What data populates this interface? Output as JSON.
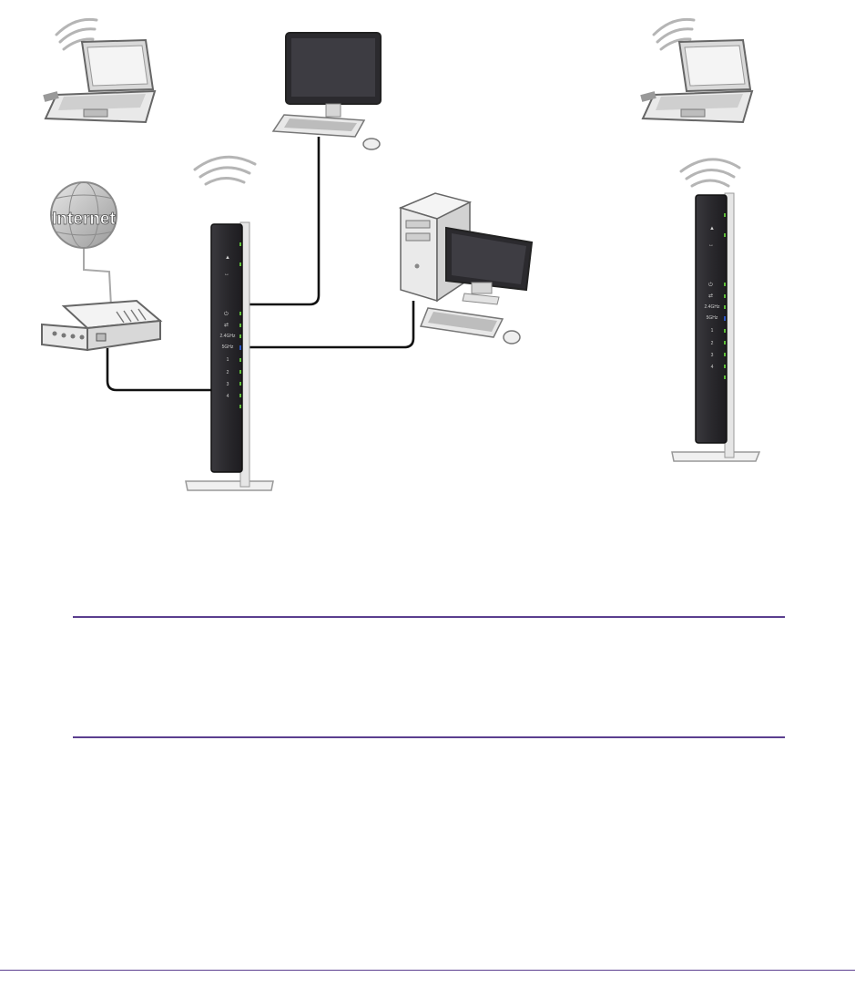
{
  "diagram": {
    "cloud_label": "Internet",
    "colors": {
      "device_dark": "#2b2a2e",
      "device_light": "#f2f2f2",
      "outline": "#8c8c8c",
      "cable": "#111111",
      "led_green": "#5fbf3a",
      "led_blue": "#2a56c9",
      "globe": "#b9b9b9",
      "rule": "#5b3f8f"
    },
    "devices": [
      {
        "name": "laptop-left",
        "icon": "wireless-laptop"
      },
      {
        "name": "imac-desktop",
        "icon": "desktop-computer"
      },
      {
        "name": "laptop-right",
        "icon": "wireless-laptop"
      },
      {
        "name": "internet-globe",
        "icon": "globe"
      },
      {
        "name": "modem",
        "icon": "broadband-modem"
      },
      {
        "name": "router-main",
        "icon": "wireless-router"
      },
      {
        "name": "tower-pc",
        "icon": "tower-computer"
      },
      {
        "name": "router-extender",
        "icon": "wireless-router"
      }
    ],
    "router_port_labels": [
      "2.4GHz",
      "5GHz",
      "1",
      "2",
      "3",
      "4"
    ]
  }
}
